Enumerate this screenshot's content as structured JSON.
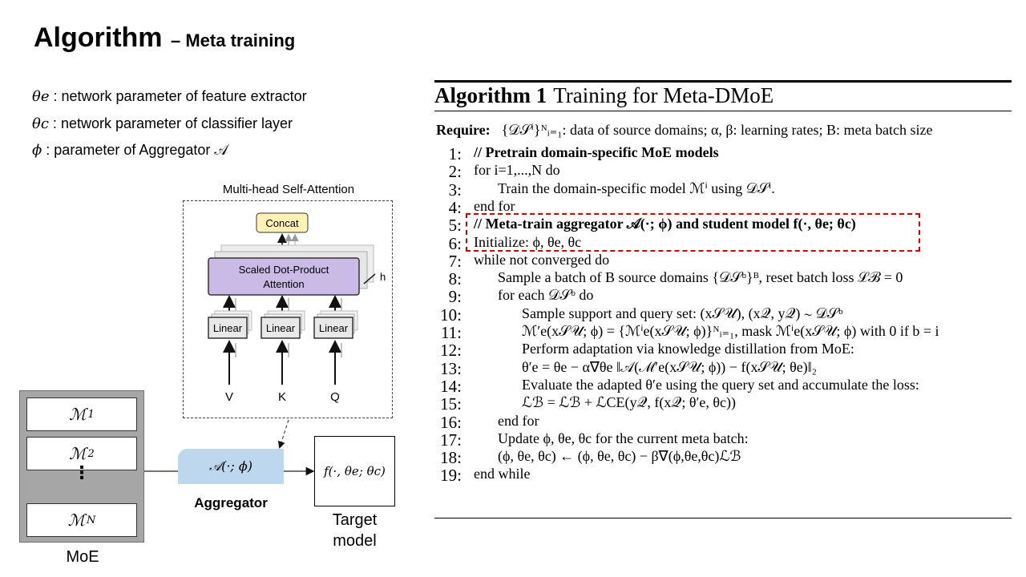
{
  "title": {
    "main": "Algorithm",
    "sub": "– Meta training"
  },
  "legend": [
    {
      "symbol": "θe",
      "sep": " : ",
      "text": "network parameter of feature extractor"
    },
    {
      "symbol": "θc",
      "sep": " : ",
      "text": "network parameter of classifier layer"
    },
    {
      "symbol": "ϕ",
      "sep": " :  ",
      "text": "parameter of Aggregator 𝒜"
    }
  ],
  "attention": {
    "label": "Multi-head Self-Attention",
    "concat": "Concat",
    "sdpa_line1": "Scaled Dot-Product",
    "sdpa_line2": "Attention",
    "head_symbol": "h",
    "linear": [
      "Linear",
      "Linear",
      "Linear"
    ],
    "inputs": [
      "V",
      "K",
      "Q"
    ]
  },
  "moe": {
    "items": [
      {
        "base": "ℳ",
        "sup": "1"
      },
      {
        "base": "ℳ",
        "sup": "2"
      },
      {
        "base": "ℳ",
        "sup": "N"
      }
    ],
    "dots": "⋮",
    "label": "MoE"
  },
  "aggregator": {
    "formula": "𝒜(·; ϕ)",
    "label": "Aggregator"
  },
  "target": {
    "formula": "f(·, θe; θc)",
    "label_line1": "Target",
    "label_line2": "model"
  },
  "algorithm": {
    "heading_bold": "Algorithm 1",
    "heading_rest": "Training for Meta-DMoE",
    "require_label": "Require:",
    "require_text": "{𝒟𝒮ⁱ}ᴺᵢ₌₁: data of source domains; α, β: learning rates; B: meta batch size",
    "lines": [
      {
        "num": "1:",
        "indent": 0,
        "bold": true,
        "text": "// Pretrain domain-specific MoE models"
      },
      {
        "num": "2:",
        "indent": 0,
        "bold": false,
        "text": "for i=1,...,N do"
      },
      {
        "num": "3:",
        "indent": 1,
        "bold": false,
        "text": "Train the domain-specific model ℳⁱ using 𝒟𝒮ⁱ."
      },
      {
        "num": "4:",
        "indent": 0,
        "bold": false,
        "text": "end for"
      },
      {
        "num": "5:",
        "indent": 0,
        "bold": true,
        "text": "// Meta-train aggregator 𝒜(·; ϕ) and student model f(·, θe; θc)"
      },
      {
        "num": "6:",
        "indent": 0,
        "bold": false,
        "text": "Initialize: ϕ, θe, θc"
      },
      {
        "num": "7:",
        "indent": 0,
        "bold": false,
        "text": "while not converged do"
      },
      {
        "num": "8:",
        "indent": 1,
        "bold": false,
        "text": "Sample a batch of B source domains {𝒟𝒮ᵇ}ᴮ, reset batch loss ℒℬ = 0"
      },
      {
        "num": "9:",
        "indent": 1,
        "bold": false,
        "text": "for each 𝒟𝒮ᵇ do"
      },
      {
        "num": "10:",
        "indent": 2,
        "bold": false,
        "text": "Sample support and query set: (x𝒮𝒰), (x𝒬, y𝒬) ∼ 𝒟𝒮ᵇ"
      },
      {
        "num": "11:",
        "indent": 2,
        "bold": false,
        "text": "ℳ′e(x𝒮𝒰; ϕ) = {ℳⁱe(x𝒮𝒰; ϕ)}ᴺᵢ₌₁, mask ℳⁱe(x𝒮𝒰; ϕ) with 0 if b = i"
      },
      {
        "num": "12:",
        "indent": 2,
        "bold": false,
        "text": "Perform adaptation via knowledge distillation from MoE:"
      },
      {
        "num": "13:",
        "indent": 2,
        "bold": false,
        "text": "θ′e = θe − α∇θe ‖𝒜(ℳ′e(x𝒮𝒰; ϕ)) − f(x𝒮𝒰; θe)‖₂"
      },
      {
        "num": "14:",
        "indent": 2,
        "bold": false,
        "text": "Evaluate the adapted θ′e using the query set and accumulate the loss:"
      },
      {
        "num": "15:",
        "indent": 2,
        "bold": false,
        "text": "ℒℬ = ℒℬ + ℒCE(y𝒬, f(x𝒬; θ′e, θc))"
      },
      {
        "num": "16:",
        "indent": 1,
        "bold": false,
        "text": "end for"
      },
      {
        "num": "17:",
        "indent": 1,
        "bold": false,
        "text": "Update ϕ, θe, θc for the current meta batch:"
      },
      {
        "num": "18:",
        "indent": 1,
        "bold": false,
        "text": "(ϕ, θe, θc) ← (ϕ, θe, θc) − β∇(ϕ,θe,θc)ℒℬ"
      },
      {
        "num": "19:",
        "indent": 0,
        "bold": false,
        "text": "end while"
      }
    ]
  },
  "colors": {
    "concat_fill": "#fff2b3",
    "attention_fill": "#c9bbe6",
    "linear_fill": "#e8e8e8",
    "aggregator_fill": "#bdd7ee",
    "moe_bg": "#a6a6a6",
    "highlight": "#d00000"
  }
}
